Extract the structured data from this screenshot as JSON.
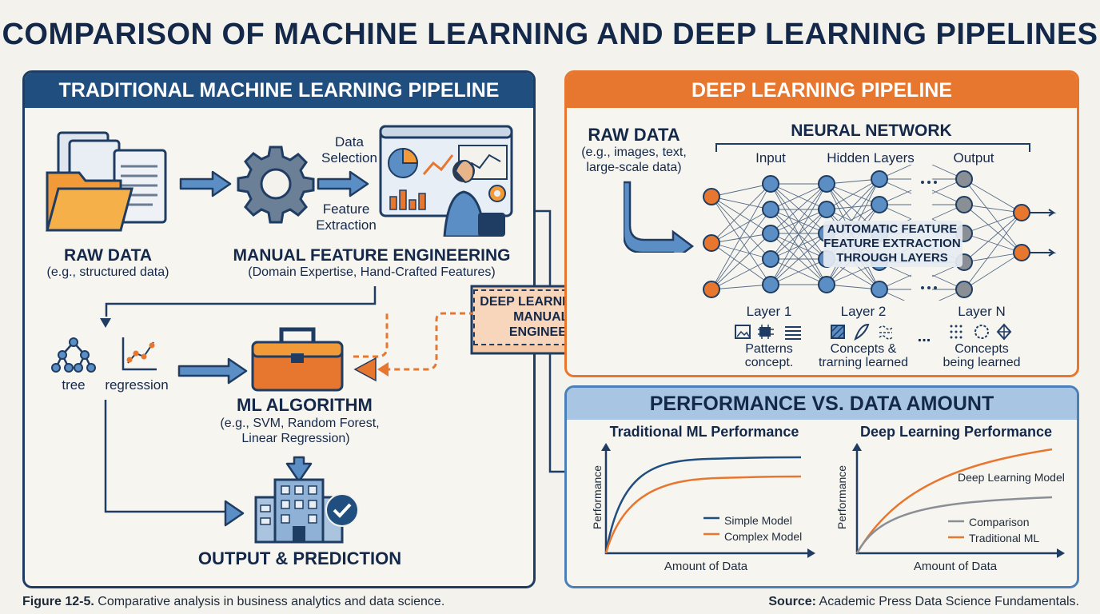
{
  "title": "COMPARISON OF MACHINE LEARNING AND DEEP LEARNING PIPELINES",
  "colors": {
    "navy": "#1f3d63",
    "orange": "#e7762e",
    "blue": "#5a8ec4",
    "grey": "#8a8f96",
    "bg": "#f4f2ec"
  },
  "traditional": {
    "header": "TRADITIONAL MACHINE LEARNING PIPELINE",
    "raw_data": {
      "label": "RAW DATA",
      "sub": "(e.g., structured data)"
    },
    "feature_eng": {
      "label": "MANUAL FEATURE ENGINEERING",
      "sub": "(Domain Expertise, Hand-Crafted Features)"
    },
    "data_selection": "Data\nSelection",
    "feature_extraction": "Feature\nExtraction",
    "tree": "tree",
    "regression": "regression",
    "algorithm": {
      "label": "ML ALGORITHM",
      "sub1": "(e.g., SVM, Random Forest,",
      "sub2": "Linear Regression)"
    },
    "output": "OUTPUT & PREDICTION"
  },
  "callout": {
    "line1": "DEEP LEARNING ELIMINATES",
    "line2": "MANUAL FEATURE",
    "line3": "ENGINEERING STEP"
  },
  "deep": {
    "header": "DEEP LEARNING PIPELINE",
    "raw_data": {
      "label": "RAW DATA",
      "sub1": "(e.g., images, text,",
      "sub2": "large-scale data)"
    },
    "nn_title": "NEURAL NETWORK",
    "input": "Input",
    "hidden": "Hidden Layers",
    "output": "Output",
    "overlay": {
      "line1": "AUTOMATIC FEATURE",
      "line2": "FEATURE EXTRACTION",
      "line3": "THROUGH LAYERS"
    },
    "layers": [
      {
        "name": "Layer 1",
        "desc1": "Patterns",
        "desc2": "concept."
      },
      {
        "name": "Layer 2",
        "desc1": "Concepts &",
        "desc2": "trarning learned"
      },
      {
        "name": "Layer N",
        "desc1": "Concepts",
        "desc2": "being learned"
      }
    ],
    "dots": "..."
  },
  "performance": {
    "header": "PERFORMANCE VS. DATA AMOUNT",
    "traditional": {
      "title": "Traditional ML Performance",
      "ylabel": "Performance",
      "xlabel": "Amount of Data",
      "legend": [
        "Simple Model",
        "Complex Model"
      ]
    },
    "deep": {
      "title": "Deep Learning Performance",
      "ylabel": "Performance",
      "xlabel": "Amount of Data",
      "annotation": "Deep Learning Model",
      "legend": [
        "Comparison",
        "Traditional ML"
      ]
    }
  },
  "caption": {
    "figure": "Figure 12-5.",
    "text": " Comparative analysis in business analytics and data science.",
    "source_label": "Source:",
    "source": " Academic Press Data Science Fundamentals."
  }
}
